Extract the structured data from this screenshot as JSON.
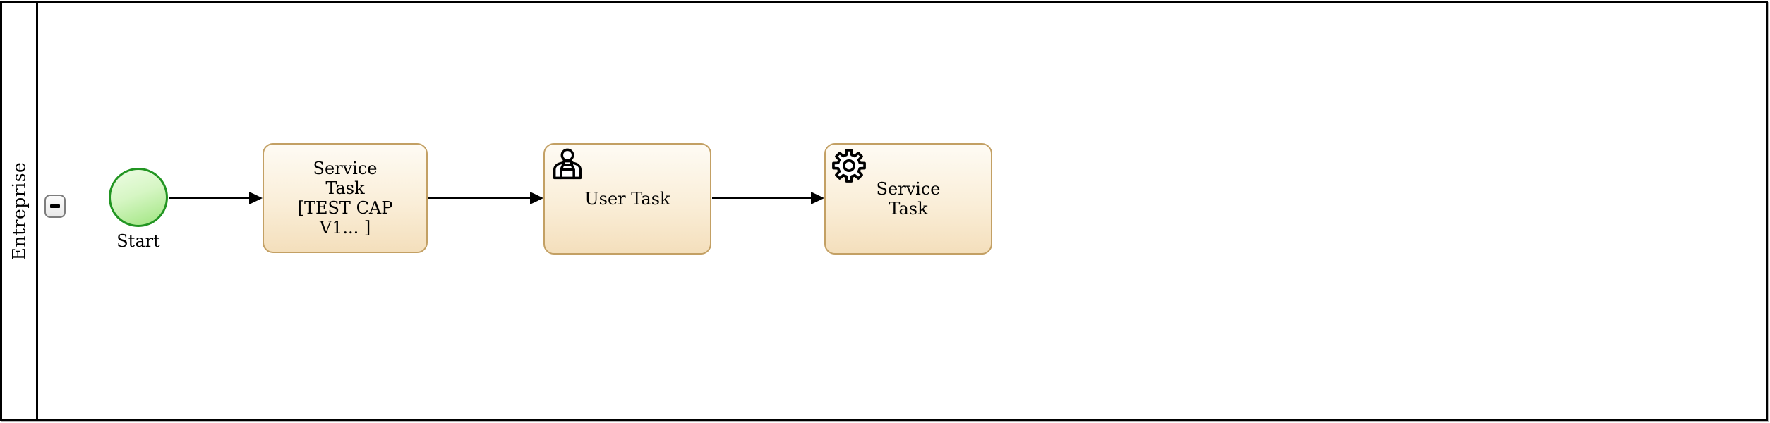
{
  "diagram": {
    "type": "bpmn-process",
    "pool": {
      "label": "Entreprise",
      "collapse_button_glyph": "minus"
    },
    "start_event": {
      "label": "Start"
    },
    "tasks": [
      {
        "id": "service-task-1",
        "icon": "none",
        "lines": [
          "Service",
          "Task",
          "[TEST CAP",
          "V1... ]"
        ]
      },
      {
        "id": "user-task",
        "icon": "user-icon",
        "lines": [
          "User Task"
        ]
      },
      {
        "id": "service-task-2",
        "icon": "gear-icon",
        "lines": [
          "Service",
          "Task"
        ]
      }
    ],
    "flows": [
      {
        "from": "start-event",
        "to": "service-task-1"
      },
      {
        "from": "service-task-1",
        "to": "user-task"
      },
      {
        "from": "user-task",
        "to": "service-task-2"
      }
    ],
    "colors": {
      "pool_border": "#000000",
      "task_border": "#c3a064",
      "task_fill_top": "#fefbf4",
      "task_fill_bottom": "#f4dfbc",
      "event_border": "#229522",
      "event_fill_top": "#eefce5",
      "event_fill_bottom": "#9fe57f",
      "background": "#ffffff"
    }
  }
}
